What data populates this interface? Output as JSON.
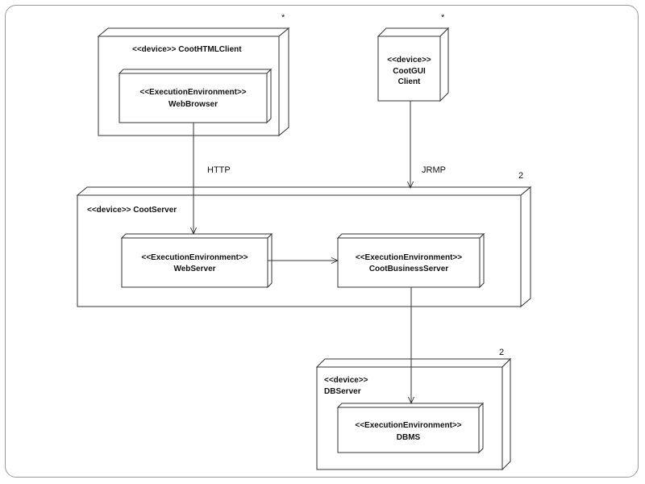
{
  "nodes": {
    "coot_html_client": {
      "label": "<<device>> CootHTMLClient",
      "multiplicity": "*",
      "web_browser": {
        "stereotype": "<<ExecutionEnvironment>>",
        "name": "WebBrowser"
      }
    },
    "coot_gui_client": {
      "stereotype": "<<device>>",
      "name_line1": "CootGUI",
      "name_line2": "Client",
      "multiplicity": "*"
    },
    "coot_server": {
      "label": "<<device>> CootServer",
      "multiplicity": "2",
      "web_server": {
        "stereotype": "<<ExecutionEnvironment>>",
        "name": "WebServer"
      },
      "business_server": {
        "stereotype": "<<ExecutionEnvironment>>",
        "name": "CootBusinessServer"
      }
    },
    "db_server": {
      "stereotype": "<<device>>",
      "name": "DBServer",
      "multiplicity": "2",
      "dbms": {
        "stereotype": "<<ExecutionEnvironment>>",
        "name": "DBMS"
      }
    }
  },
  "connections": {
    "http_label": "HTTP",
    "jrmp_label": "JRMP"
  }
}
